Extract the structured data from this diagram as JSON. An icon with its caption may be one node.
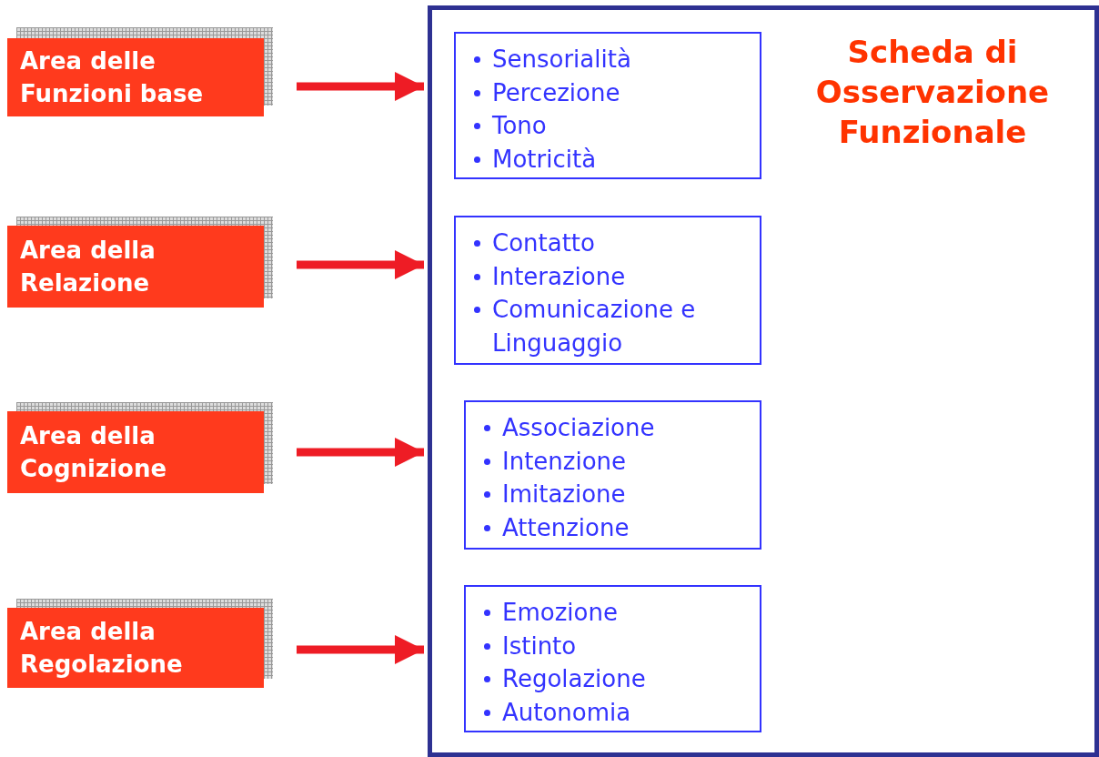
{
  "diagram": {
    "nodes": [
      {
        "text": [
          "Area delle Funzioni base"
        ]
      },
      {
        "text": [
          "Area della Relazione"
        ]
      },
      {
        "text": [
          "Area della Cognizione"
        ]
      },
      {
        "text": [
          "Area della Regolazione"
        ]
      },
      {
        "text": [
          "Scheda di Osservazione Funzionale"
        ]
      },
      {
        "text": [
          "Sensorialità",
          "Percezione",
          "Tono",
          "Motricità"
        ],
        "in": 4
      },
      {
        "text": [
          "Contatto",
          "Interazione",
          "Comunicazione e Linguaggio"
        ],
        "in": 4
      },
      {
        "text": [
          "Associazione",
          "Intenzione",
          "Imitazione",
          "Attenzione"
        ],
        "in": 4
      },
      {
        "text": [
          "Emozione",
          "Istinto",
          "Regolazione",
          "Autonomia"
        ],
        "in": 4
      }
    ],
    "edges": [
      {
        "from": 0,
        "to": 4,
        "arrow": "to"
      },
      {
        "from": 1,
        "to": 4,
        "arrow": "to"
      },
      {
        "from": 2,
        "to": 4,
        "arrow": "to"
      },
      {
        "from": 3,
        "to": 4,
        "arrow": "to"
      }
    ]
  }
}
